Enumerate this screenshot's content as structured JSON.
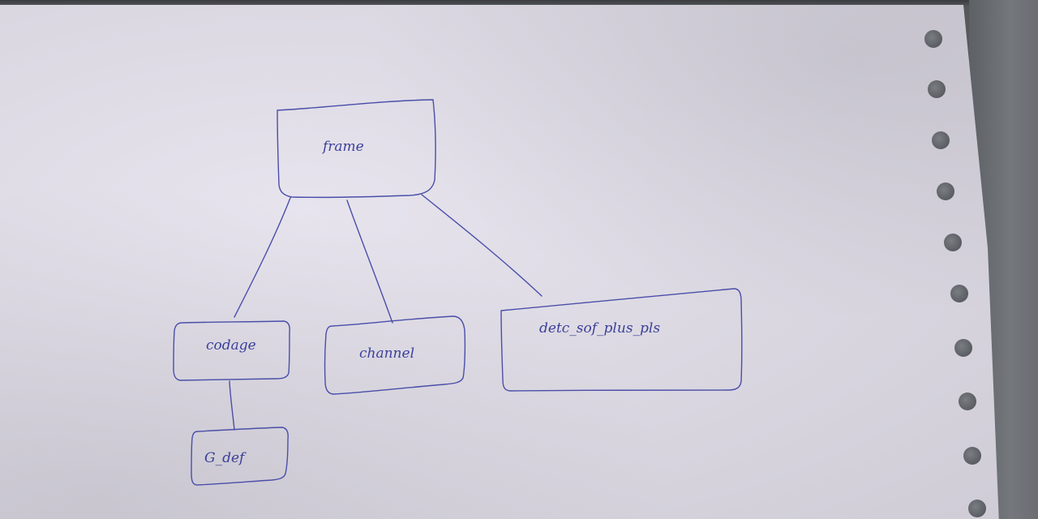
{
  "diagram": {
    "nodes": {
      "frame": "frame",
      "codage": "codage",
      "channel": "channel",
      "detc": "detc_sof_plus_pls",
      "g_def": "G_def"
    },
    "edges": [
      {
        "from": "frame",
        "to": "codage"
      },
      {
        "from": "frame",
        "to": "channel"
      },
      {
        "from": "frame",
        "to": "detc"
      },
      {
        "from": "codage",
        "to": "g_def"
      }
    ],
    "ink_color": "#3c3f9a"
  }
}
